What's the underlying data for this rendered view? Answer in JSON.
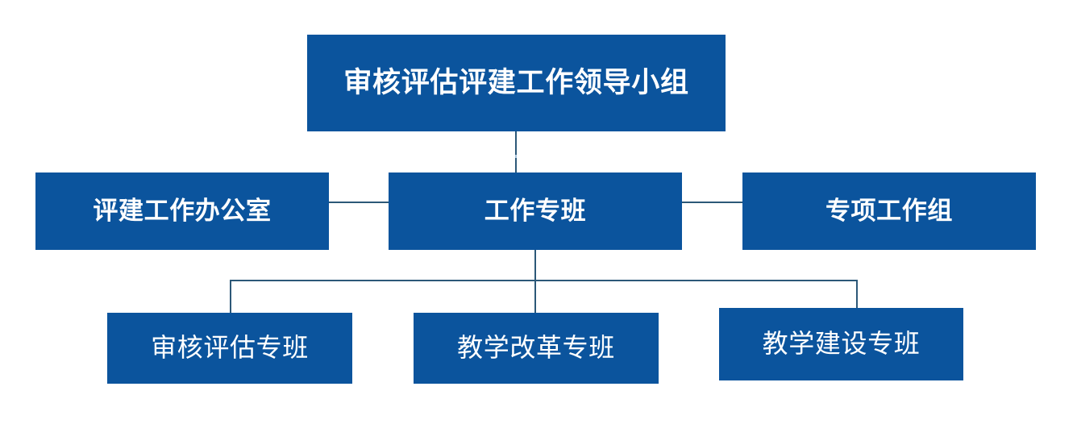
{
  "diagram": {
    "type": "organization-chart",
    "title_text": "审核评估评建工作领导小组",
    "background_color": "#ffffff",
    "node_color": "#0b549d",
    "node_text_color": "#ffffff",
    "connector_color": "#2c5878",
    "levels": [
      {
        "level": 1,
        "nodes": [
          {
            "id": "leadership-group",
            "label": "审核评估评建工作领导小组"
          }
        ]
      },
      {
        "level": 2,
        "nodes": [
          {
            "id": "office",
            "label": "评建工作办公室"
          },
          {
            "id": "work-team",
            "label": "工作专班"
          },
          {
            "id": "special-group",
            "label": "专项工作组"
          }
        ]
      },
      {
        "level": 3,
        "nodes": [
          {
            "id": "review-team",
            "label": "审核评估专班"
          },
          {
            "id": "teaching-reform-team",
            "label": "教学改革专班"
          },
          {
            "id": "teaching-construction-team",
            "label": "教学建设专班"
          }
        ]
      }
    ]
  }
}
